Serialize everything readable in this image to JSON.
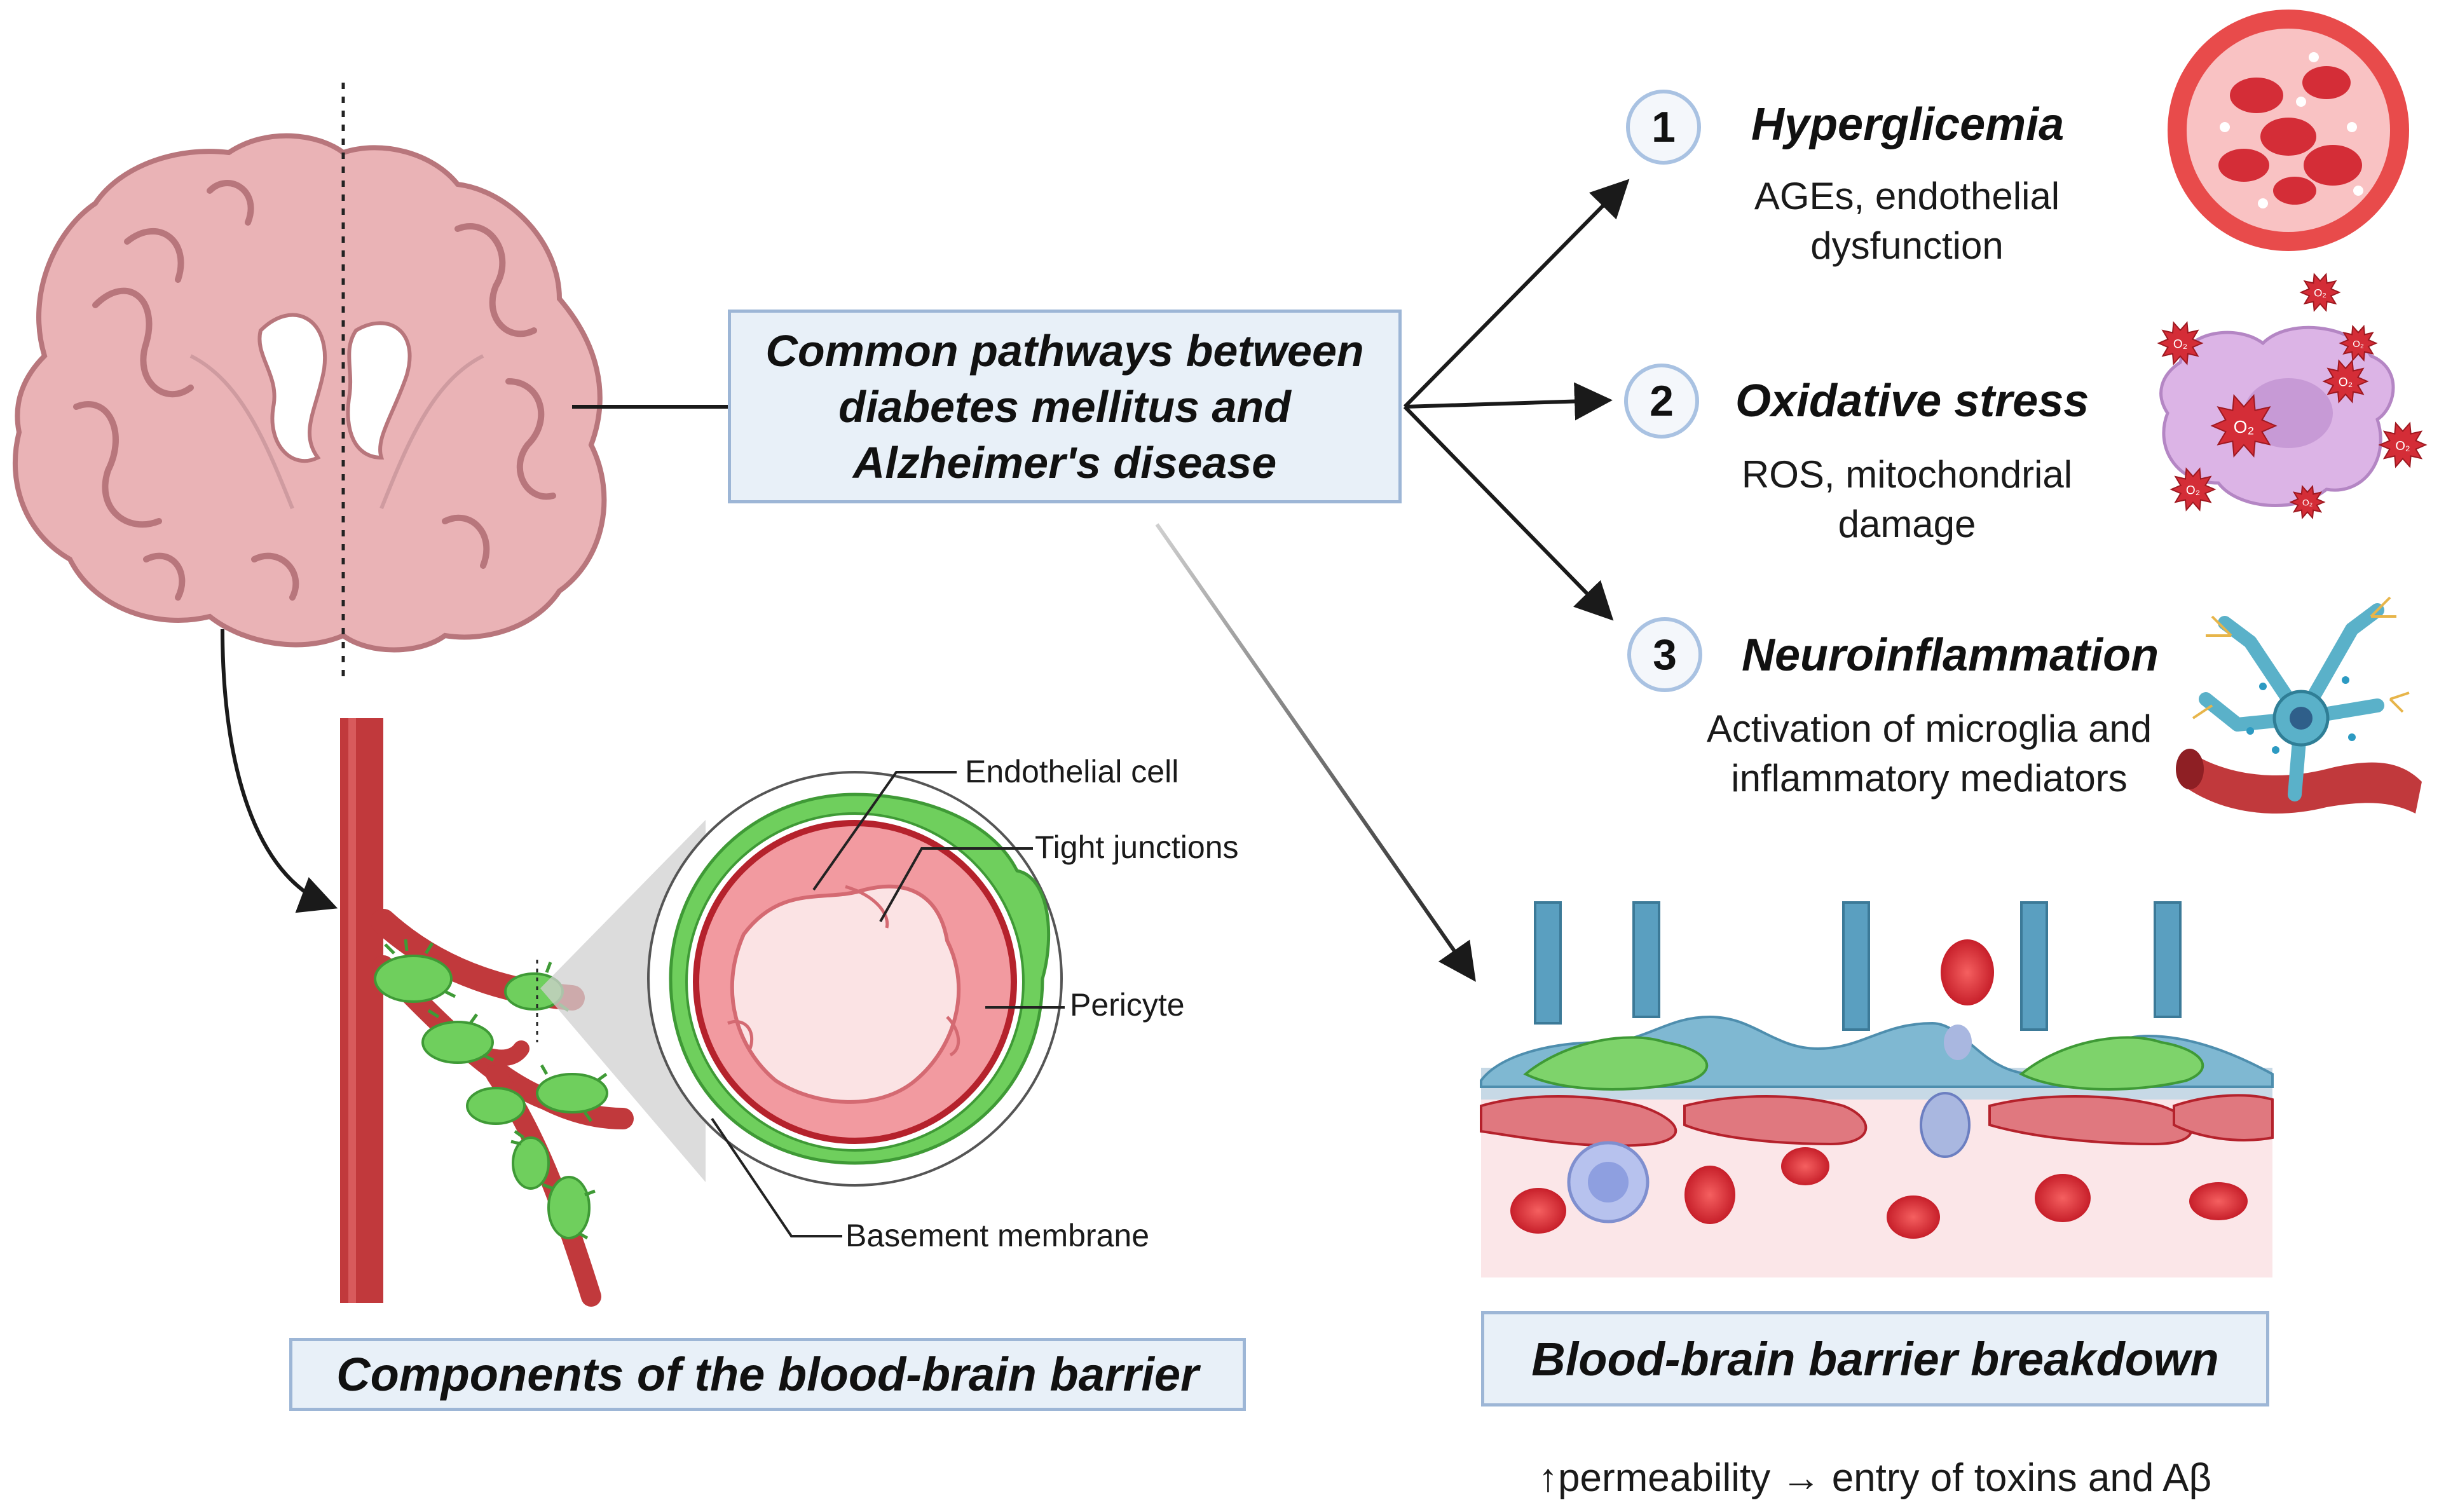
{
  "center_box": {
    "line1": "Common pathways between",
    "line2": "diabetes mellitus  and",
    "line3": "Alzheimer's disease"
  },
  "pathways": [
    {
      "number": "1",
      "title": "Hyperglicemia",
      "desc_line1": "AGEs, endothelial",
      "desc_line2": "dysfunction"
    },
    {
      "number": "2",
      "title": "Oxidative stress",
      "desc_line1": "ROS, mitochondrial",
      "desc_line2": "damage"
    },
    {
      "number": "3",
      "title": "Neuroinflammation",
      "desc_line1": "Activation of microglia and",
      "desc_line2": "inflammatory mediators"
    }
  ],
  "oxygen_label": "O₂",
  "vessel_labels": {
    "endothelial": "Endothelial cell",
    "tight": "Tight junctions",
    "pericyte": "Pericyte",
    "basement": "Basement membrane"
  },
  "bbb_components_box": "Components of the blood-brain barrier",
  "bbb_breakdown_box": "Blood-brain barrier breakdown",
  "footer": "↑permeability → entry of toxins and Aβ",
  "colors": {
    "box_fill": "#e8f0f8",
    "box_border": "#9db6d6",
    "brain_fill": "#eab3b6",
    "vessel_red": "#c1393c",
    "pericyte_green": "#6fcf5d",
    "astrocyte_blue": "#5a9fc0"
  }
}
